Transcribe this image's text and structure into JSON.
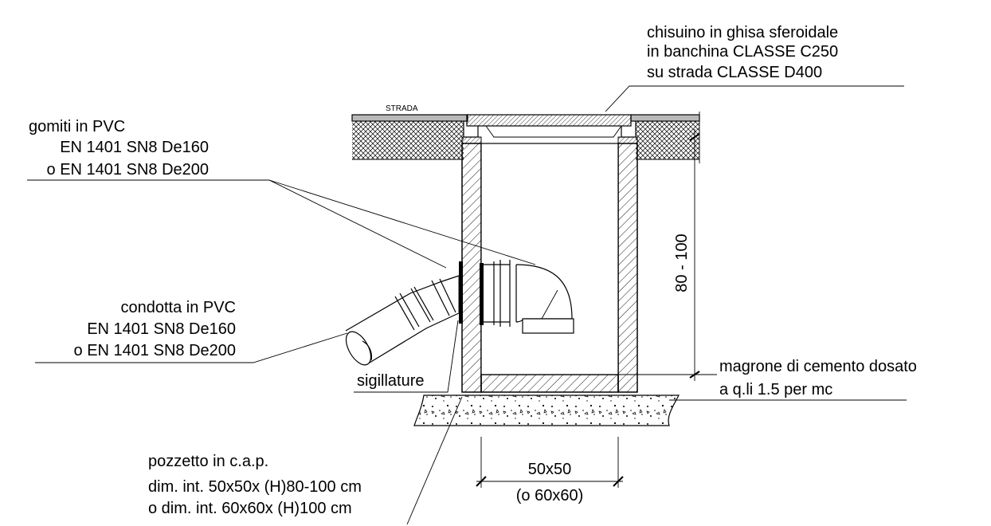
{
  "road_label": "STRADA",
  "cover_note": {
    "lines": [
      "chisuino in ghisa sferoidale",
      "in banchina CLASSE C250",
      "su strada CLASSE D400"
    ]
  },
  "elbows_note": {
    "lines": [
      "gomiti in PVC",
      "EN 1401 SN8 De160",
      "o EN 1401 SN8 De200"
    ]
  },
  "pipe_note": {
    "lines": [
      "condotta in PVC",
      "EN 1401 SN8 De160",
      "o EN 1401 SN8 De200"
    ]
  },
  "seal_note": "sigillature",
  "concrete_note": {
    "lines": [
      "magrone di cemento dosato",
      "a q.li 1.5 per mc"
    ]
  },
  "well_note": {
    "lines": [
      "pozzetto in c.a.p.",
      "dim. int. 50x50x (H)80-100 cm",
      "o dim. int. 60x60x (H)100 cm"
    ]
  },
  "height_dim": "80 - 100",
  "width_dim": {
    "lines": [
      "50x50",
      "(o 60x60)"
    ]
  }
}
